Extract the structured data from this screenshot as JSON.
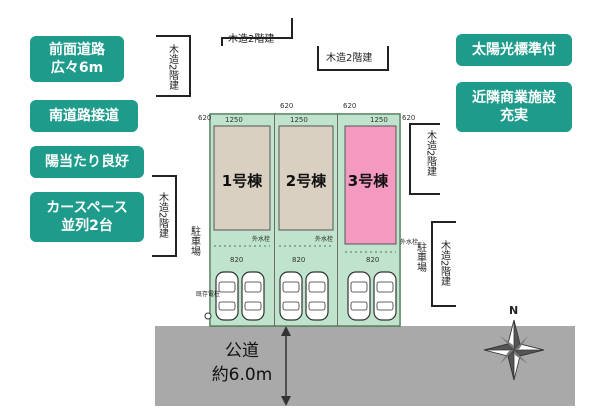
{
  "badges": {
    "road_width": "前面道路\n広々6m",
    "south_road": "南道路接道",
    "sunlight": "陽当たり良好",
    "parking": "カースペース\n並列2台",
    "solar": "太陽光標準付",
    "commercial": "近隣商業施設\n充実"
  },
  "neighbors": {
    "top_center": "木造2階建",
    "top_right": "木造2階建",
    "left_top": "木造2階建",
    "left_mid": "木造2階建",
    "right_top": "木造2階建",
    "right_mid": "木造2階建"
  },
  "labels": {
    "parking_left": "駐車場",
    "parking_right": "駐車場",
    "existing_pole": "既存電柱",
    "water_meter_1": "外水栓",
    "water_meter_2": "外水栓",
    "water_meter_3": "外水栓"
  },
  "buildings": [
    {
      "label": "1号棟",
      "color": "#d9d0c1"
    },
    {
      "label": "2号棟",
      "color": "#d9d0c1"
    },
    {
      "label": "3号棟",
      "color": "#f49ac1"
    }
  ],
  "dimensions": {
    "top": [
      "620",
      "1250",
      "620",
      "1250",
      "620",
      "1250",
      "620"
    ],
    "sides": [
      "820",
      "820",
      "820"
    ]
  },
  "road": {
    "name": "公道",
    "width": "約6.0m"
  },
  "compass": {
    "north": "N"
  },
  "colors": {
    "badge": "#1e9b8b",
    "lot": "#bfe3cc",
    "lot_border": "#4b7b57",
    "road": "#a9a9a9"
  }
}
